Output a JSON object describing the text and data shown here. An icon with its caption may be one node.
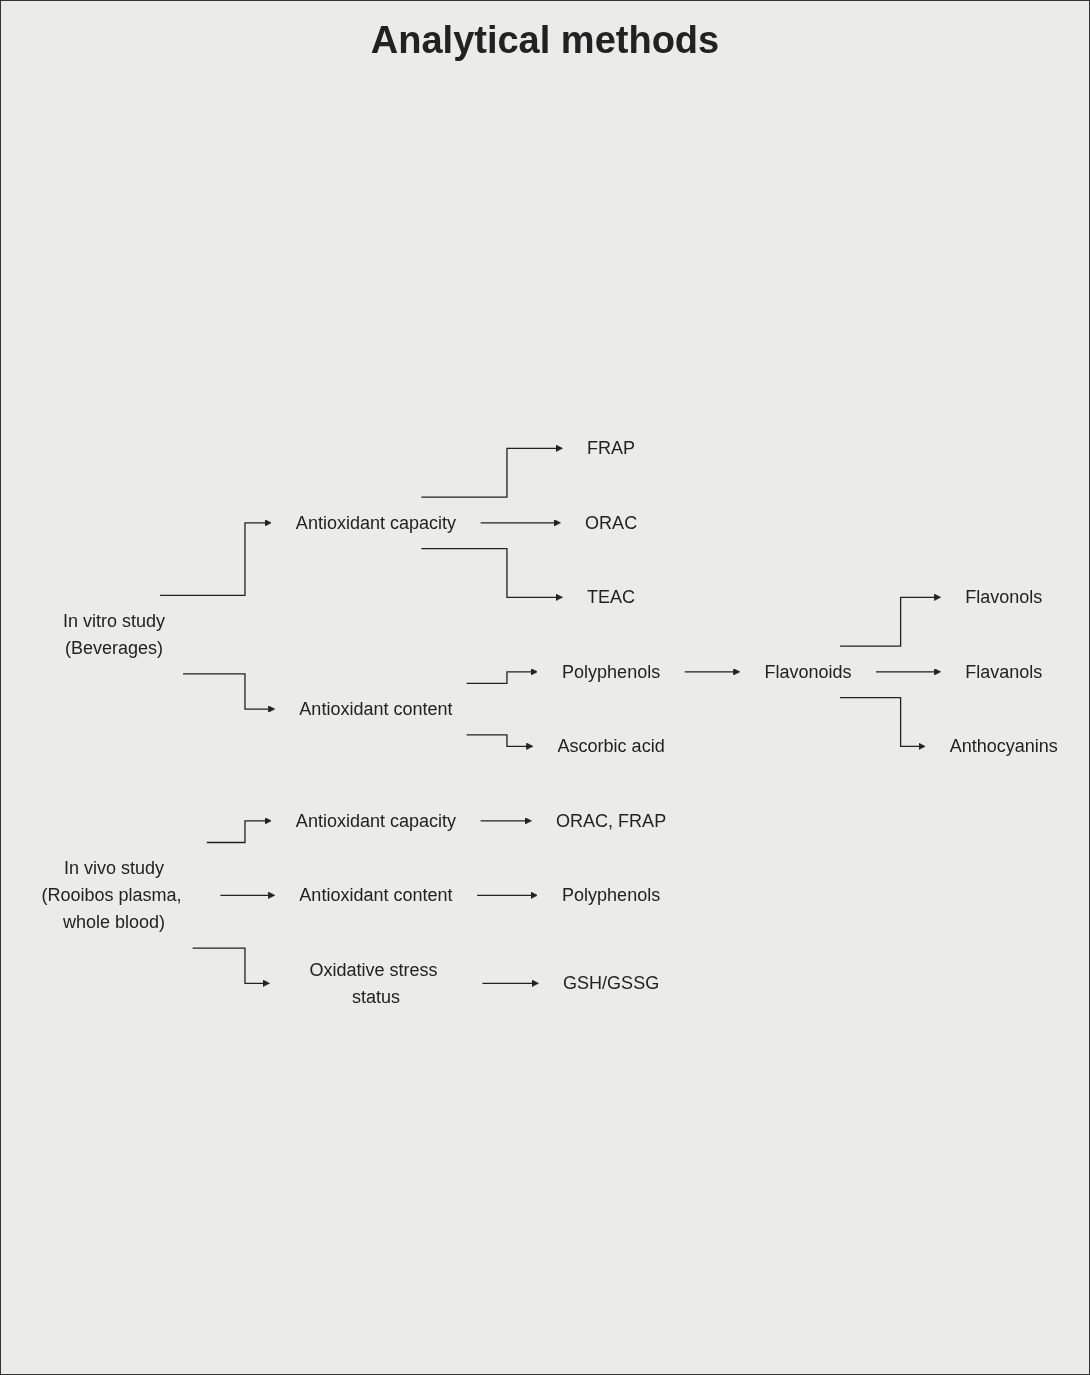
{
  "diagram": {
    "title": "Analytical methods",
    "nodes": [
      {
        "text": [
          "In vitro study",
          "(Beverages)"
        ]
      },
      {
        "text": [
          "Antioxidant capacity"
        ]
      },
      {
        "text": [
          "FRAP"
        ]
      },
      {
        "text": [
          "ORAC"
        ]
      },
      {
        "text": [
          "TEAC"
        ]
      },
      {
        "text": [
          "Antioxidant content"
        ]
      },
      {
        "text": [
          "Polyphenols"
        ]
      },
      {
        "text": [
          "Flavonoids"
        ]
      },
      {
        "text": [
          "Flavonols"
        ]
      },
      {
        "text": [
          "Flavanols"
        ]
      },
      {
        "text": [
          "Anthocyanins"
        ]
      },
      {
        "text": [
          "Ascorbic acid"
        ]
      },
      {
        "text": [
          "In vivo study",
          "(Rooibos plasma, whole blood)"
        ]
      },
      {
        "text": [
          "Antioxidant capacity"
        ]
      },
      {
        "text": [
          "ORAC, FRAP"
        ]
      },
      {
        "text": [
          "Antioxidant content"
        ]
      },
      {
        "text": [
          "Polyphenols"
        ]
      },
      {
        "text": [
          "Oxidative stress status"
        ]
      },
      {
        "text": [
          "GSH/GSSG"
        ]
      }
    ],
    "edges": [
      {
        "from": 0,
        "to": 1,
        "arrow": "to"
      },
      {
        "from": 0,
        "to": 5,
        "arrow": "to"
      },
      {
        "from": 1,
        "to": 2,
        "arrow": "to"
      },
      {
        "from": 1,
        "to": 3,
        "arrow": "to"
      },
      {
        "from": 1,
        "to": 4,
        "arrow": "to"
      },
      {
        "from": 5,
        "to": 6,
        "arrow": "to"
      },
      {
        "from": 6,
        "to": 7,
        "arrow": "to"
      },
      {
        "from": 7,
        "to": 8,
        "arrow": "to"
      },
      {
        "from": 7,
        "to": 9,
        "arrow": "to"
      },
      {
        "from": 7,
        "to": 10,
        "arrow": "to"
      },
      {
        "from": 5,
        "to": 11,
        "arrow": "to"
      },
      {
        "from": 12,
        "to": 13,
        "arrow": "to"
      },
      {
        "from": 12,
        "to": 15,
        "arrow": "to"
      },
      {
        "from": 12,
        "to": 17,
        "arrow": "to"
      },
      {
        "from": 13,
        "to": 14,
        "arrow": "to"
      },
      {
        "from": 15,
        "to": 16,
        "arrow": "to"
      },
      {
        "from": 17,
        "to": 18,
        "arrow": "to"
      }
    ]
  }
}
